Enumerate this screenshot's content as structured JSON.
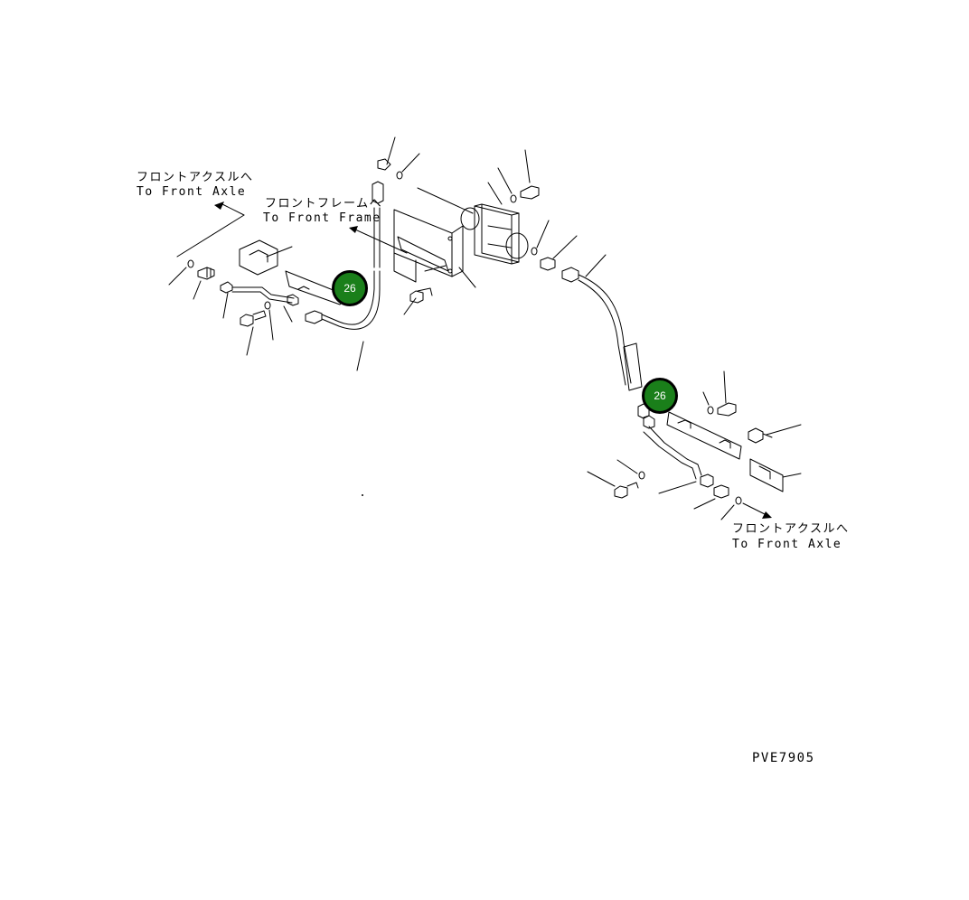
{
  "labels": {
    "front_axle_left_jp": "フロントアクスルへ",
    "front_axle_left_en": "To Front Axle",
    "front_frame_jp": "フロントフレームへ",
    "front_frame_en": "To Front Frame",
    "front_axle_right_jp": "フロントアクスルへ",
    "front_axle_right_en": "To Front Axle",
    "drawing_code": "PVE7905"
  },
  "hotspots": [
    {
      "label": "26",
      "color": "#1a7f1a"
    },
    {
      "label": "26",
      "color": "#1a7f1a"
    }
  ],
  "colors": {
    "line": "#000000",
    "hotspot_fill": "#1a7f1a",
    "background": "#ffffff"
  }
}
